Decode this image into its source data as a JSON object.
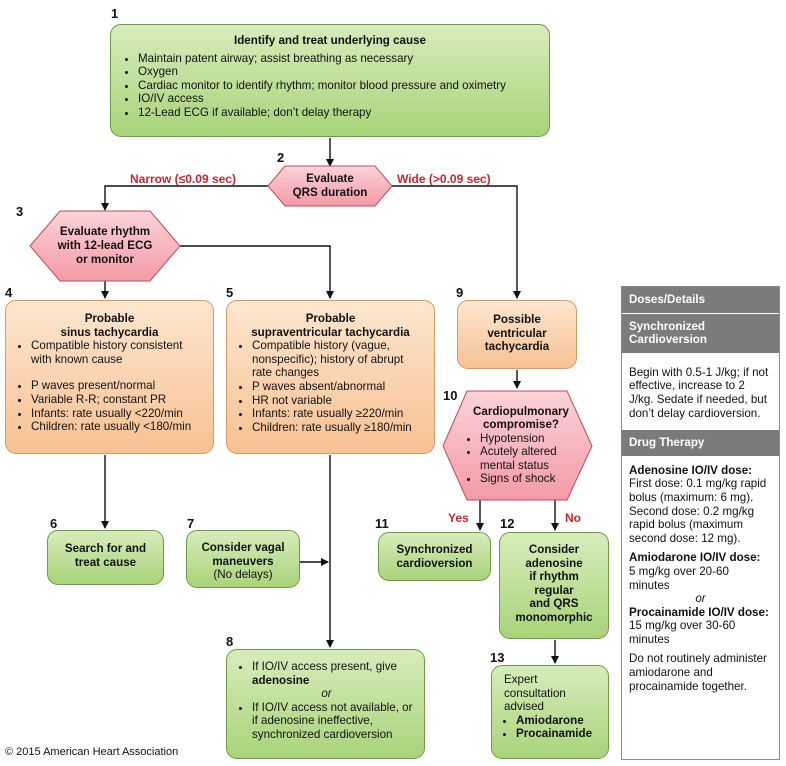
{
  "colors": {
    "green": "#a9d37a",
    "orange": "#f7c193",
    "decision": "#f5a9b3",
    "red_label": "#d2232a",
    "side_header": "#7b7b7b"
  },
  "nodes": {
    "n1": {
      "num": "1",
      "title": "Identify and treat underlying cause",
      "items": [
        "Maintain patent airway; assist breathing as necessary",
        "Oxygen",
        "Cardiac monitor to identify rhythm; monitor blood pressure and oximetry",
        "IO/IV access",
        "12-Lead ECG if available; don’t delay therapy"
      ]
    },
    "n2": {
      "num": "2",
      "line1": "Evaluate",
      "line2": "QRS duration",
      "narrow": "Narrow (≤0.09 sec)",
      "wide": "Wide (>0.09 sec)"
    },
    "n3": {
      "num": "3",
      "line1": "Evaluate rhythm",
      "line2": "with 12-lead ECG",
      "line3": "or monitor"
    },
    "n4": {
      "num": "4",
      "title1": "Probable",
      "title2": "sinus tachycardia",
      "items": [
        "Compatible history consistent with known cause",
        "P waves present/normal",
        "Variable R-R; constant PR",
        "Infants: rate usually <220/min",
        "Children: rate usually <180/min"
      ]
    },
    "n5": {
      "num": "5",
      "title1": "Probable",
      "title2": "supraventricular tachycardia",
      "items": [
        "Compatible history (vague, nonspecific); history of abrupt rate changes",
        "P waves absent/abnormal",
        "HR not variable",
        "Infants: rate usually ≥220/min",
        "Children: rate usually ≥180/min"
      ]
    },
    "n6": {
      "num": "6",
      "line1": "Search for and",
      "line2": "treat cause"
    },
    "n7": {
      "num": "7",
      "line1": "Consider vagal",
      "line2": "maneuvers",
      "note": "(No delays)"
    },
    "n8": {
      "num": "8",
      "item1a": "If IO/IV access present, give",
      "item1b": "adenosine",
      "or": "or",
      "item2": "If IO/IV access not available, or if adenosine ineffective, synchronized cardioversion"
    },
    "n9": {
      "num": "9",
      "line1": "Possible",
      "line2": "ventricular",
      "line3": "tachycardia"
    },
    "n10": {
      "num": "10",
      "line1": "Cardiopulmonary",
      "line2": "compromise?",
      "items": [
        "Hypotension",
        "Acutely altered mental status",
        "Signs of shock"
      ],
      "yes": "Yes",
      "no": "No"
    },
    "n11": {
      "num": "11",
      "line1": "Synchronized",
      "line2": "cardioversion"
    },
    "n12": {
      "num": "12",
      "line1": "Consider",
      "line2": "adenosine",
      "line3": "if rhythm",
      "line4": "regular",
      "line5": "and QRS",
      "line6": "monomorphic"
    },
    "n13": {
      "num": "13",
      "line1": "Expert",
      "line2": "consultation",
      "line3": "advised",
      "items": [
        "Amiodarone",
        "Procainamide"
      ]
    }
  },
  "sidebar": {
    "header1": "Doses/Details",
    "header2": "Synchronized Cardioversion",
    "cardioversion": "Begin with 0.5-1 J/kg; if not effective, increase to 2 J/kg. Sedate if needed, but don’t delay cardioversion.",
    "header3": "Drug Therapy",
    "adenosine_title": "Adenosine IO/IV dose:",
    "adenosine_first": "First dose: 0.1 mg/kg rapid bolus (maximum: 6 mg).",
    "adenosine_second": "Second dose: 0.2 mg/kg rapid bolus (maximum second dose: 12 mg).",
    "amiodarone_title": "Amiodarone IO/IV dose:",
    "amiodarone_text": "5 mg/kg over 20-60 minutes",
    "or": "or",
    "procainamide_title": "Procainamide IO/IV dose:",
    "procainamide_text": "15 mg/kg over 30-60 minutes",
    "warning": "Do not routinely administer amiodarone and procainamide together."
  },
  "copyright": "© 2015 American Heart Association"
}
